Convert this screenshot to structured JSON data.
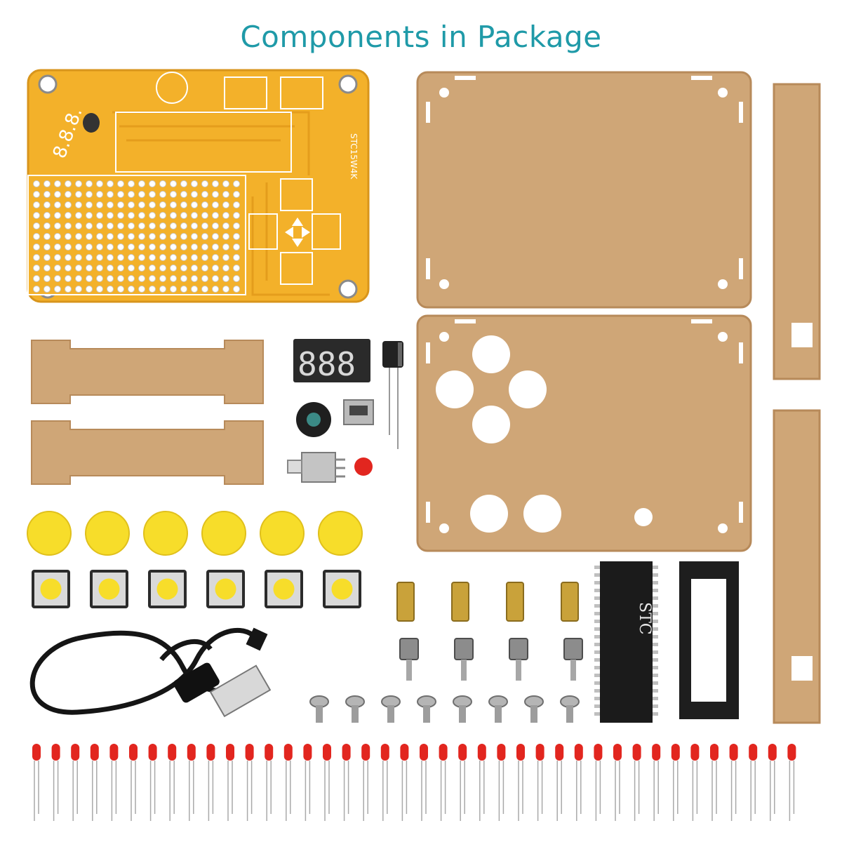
{
  "title": "Components in Package",
  "pcb_silkscreen": {
    "display_digits": "8.8.8.",
    "board_label": "STC15W4K",
    "chip_marking": "STC"
  },
  "colors": {
    "title": "#1f9aa8",
    "pcb": "#f3b12a",
    "acrylic": "#cfa677",
    "acrylic_edge": "#b78a5a",
    "button_cap": "#f7dd2a",
    "led": "#e2261f"
  },
  "components": [
    "pcb-board",
    "acrylic-top-panel",
    "acrylic-bottom-panel",
    "acrylic-side-strip-long",
    "acrylic-side-strip-short",
    "seven-segment-display",
    "electrolytic-capacitor",
    "buzzer",
    "mini-usb-socket",
    "slide-switch",
    "red-button-cap",
    "yellow-button-caps",
    "tactile-switches",
    "usb-cable",
    "brass-standoffs",
    "hex-spacers",
    "screws",
    "microcontroller-chip",
    "ic-socket",
    "red-leds"
  ],
  "counts": {
    "yellow_caps": 6,
    "tactile_switches": 6,
    "brass_standoffs": 4,
    "hex_spacers": 4,
    "screws": 8,
    "red_leds": 40
  }
}
